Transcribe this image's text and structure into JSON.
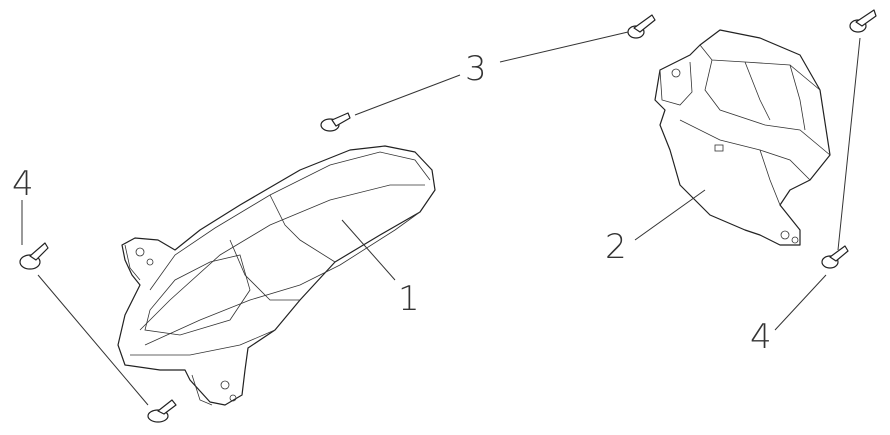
{
  "diagram": {
    "labels": {
      "part1": "1",
      "part2": "2",
      "part3": "3",
      "part4_left": "4",
      "part4_right": "4"
    }
  }
}
